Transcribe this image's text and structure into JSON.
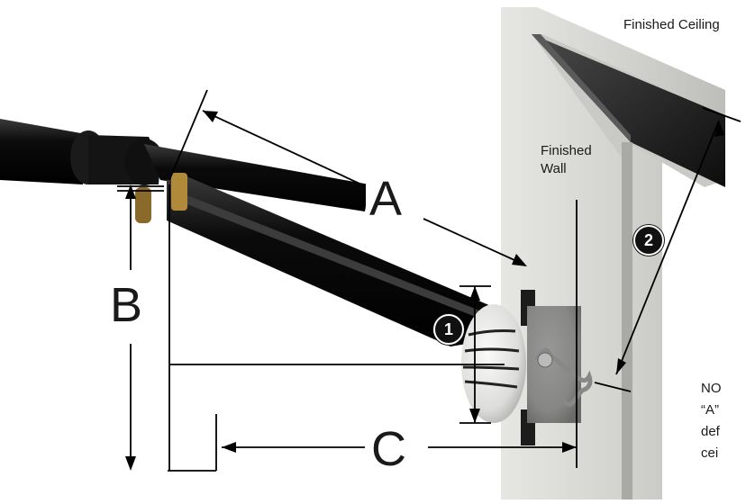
{
  "labels": {
    "ceiling": "Finished Ceiling",
    "wall_line1": "Finished",
    "wall_line2": "Wall",
    "dim_a": "A",
    "dim_b": "B",
    "dim_c": "C",
    "callout_1": "1",
    "callout_2": "2"
  },
  "note": {
    "lines": [
      "NO",
      "“A”",
      "def",
      "cei"
    ]
  },
  "colors": {
    "wall": "#d8d8d4",
    "wall_shadow": "#a9aaa6",
    "ceiling_dark": "#2a2a2a",
    "pipe": "#111111",
    "fitting": "#b0893a",
    "globe": "#e8e8e6",
    "line": "#000000"
  }
}
